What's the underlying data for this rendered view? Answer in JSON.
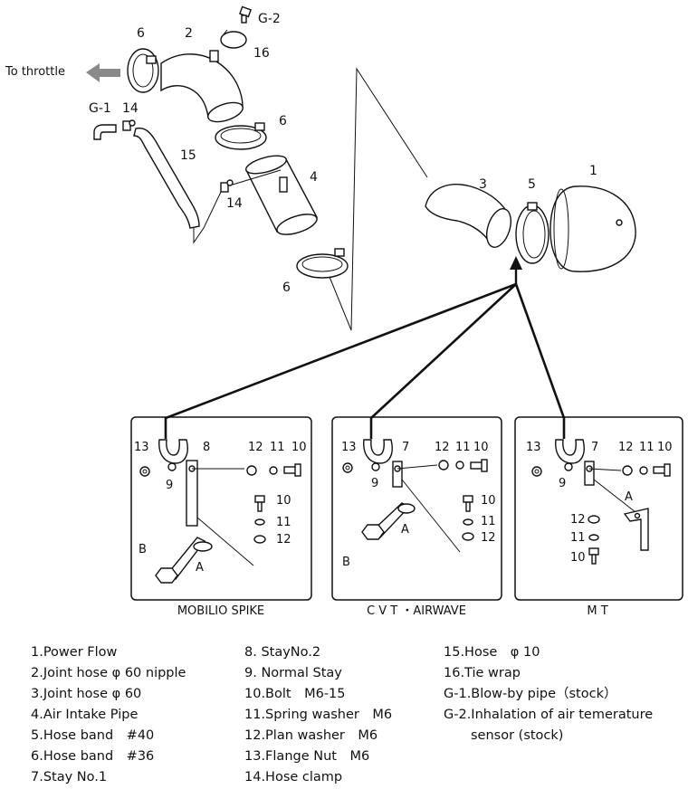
{
  "direction_label": "To throttle",
  "callouts": {
    "c6a": "6",
    "c2": "2",
    "cg2": "G-2",
    "c16": "16",
    "cg1": "G-1",
    "c14a": "14",
    "c15": "15",
    "c6b": "6",
    "c4": "4",
    "c14b": "14",
    "c6c": "6",
    "c3": "3",
    "c5": "5",
    "c1": "1"
  },
  "panels": [
    {
      "caption": "MOBILIO SPIKE",
      "labels": {
        "l13": "13",
        "l8": "8",
        "l12": "12",
        "l11": "11",
        "l10": "10",
        "l9": "9",
        "v10": "10",
        "v11": "11",
        "v12": "12",
        "a": "A",
        "b": "B"
      }
    },
    {
      "caption": "C V T ・AIRWAVE",
      "labels": {
        "l13": "13",
        "l7": "7",
        "l12": "12",
        "l11": "11",
        "l10": "10",
        "l9": "9",
        "v10": "10",
        "v11": "11",
        "v12": "12",
        "a": "A",
        "b": "B"
      }
    },
    {
      "caption": "M T",
      "labels": {
        "l13": "13",
        "l7": "7",
        "l12": "12",
        "l11": "11",
        "l10": "10",
        "l9": "9",
        "a": "A",
        "v12": "12",
        "v11": "11",
        "v10": "10"
      }
    }
  ],
  "legend": {
    "col1": [
      "1.Power Flow",
      "2.Joint hose φ 60 nipple",
      "3.Joint hose φ 60",
      "4.Air Intake Pipe",
      "5.Hose band　#40",
      "6.Hose band　#36",
      "7.Stay No.1"
    ],
    "col2": [
      "8. StayNo.2",
      "9. Normal Stay",
      "10.Bolt　M6-15",
      "11.Spring washer　M6",
      "12.Plan washer　M6",
      "13.Flange Nut　M6",
      "14.Hose clamp"
    ],
    "col3": [
      "15.Hose　φ 10",
      "16.Tie wrap",
      "G-1.Blow-by pipe（stock）",
      "G-2.Inhalation of air temerature",
      "sensor (stock)"
    ]
  }
}
